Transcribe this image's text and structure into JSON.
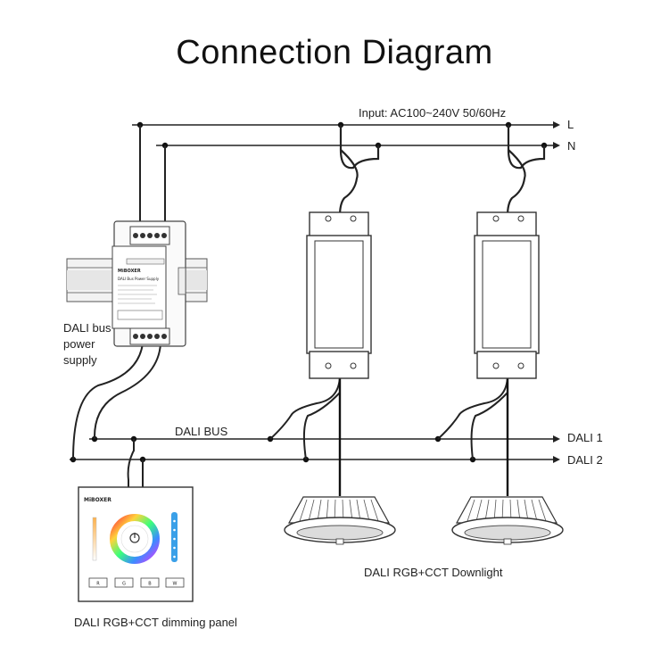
{
  "title": "Connection Diagram",
  "input_label": "Input: AC100~240V  50/60Hz",
  "lines": {
    "L": "L",
    "N": "N",
    "dali1": "DALI 1",
    "dali2": "DALI 2",
    "bus": "DALI BUS"
  },
  "bus_supply": {
    "label_line1": "DALI bus",
    "label_line2": "power",
    "label_line3": "supply",
    "brand": "MiBOXER",
    "product": "DALI Bus Power Supply"
  },
  "panel": {
    "brand": "MiBOXER",
    "buttons": [
      "R",
      "G",
      "B",
      "W"
    ],
    "label": "DALI RGB+CCT dimming panel"
  },
  "downlight": {
    "label": "DALI RGB+CCT Downlight"
  }
}
